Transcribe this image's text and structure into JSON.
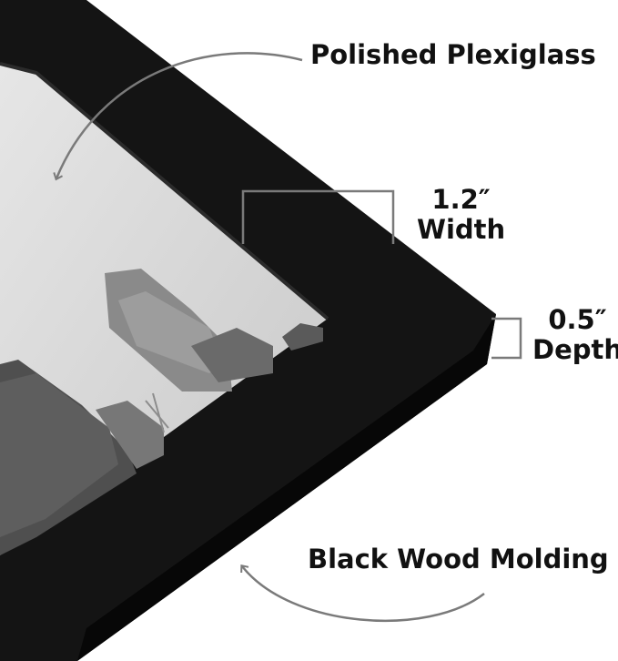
{
  "callouts": {
    "plexiglass": "Polished Plexiglass",
    "width_value": "1.2″",
    "width_label": "Width",
    "depth_value": "0.5″",
    "depth_label": "Depth",
    "molding": "Black Wood Molding"
  },
  "colors": {
    "frame": "#151515",
    "frame_edge": "#050505",
    "photo_sky": "#d8d8d8",
    "arrow": "#7a7a7a",
    "text": "#111111"
  }
}
